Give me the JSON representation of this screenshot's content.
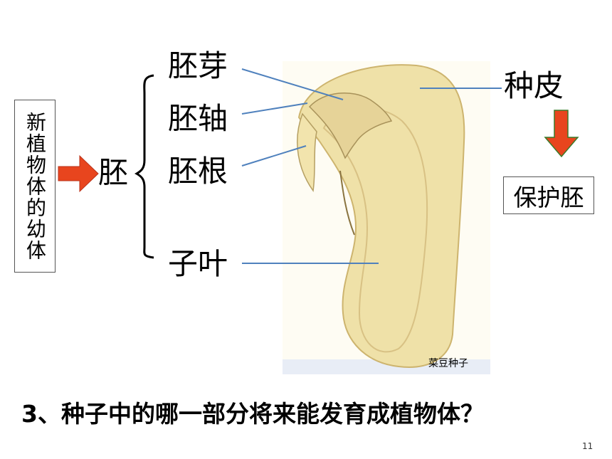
{
  "left_box": {
    "text": "新植物体的幼体"
  },
  "embryo_label": "胚",
  "parts": {
    "plumule": "胚芽",
    "hypocotyl": "胚轴",
    "radicle": "胚根",
    "cotyledon": "子叶"
  },
  "seed_coat": "种皮",
  "function_box": "保护胚",
  "image_caption": "菜豆种子",
  "question": "3、种子中的哪一部分将来能发育成植物体？",
  "page_number": "11",
  "colors": {
    "arrow": "#e8451e",
    "leader_line": "#4f81bd",
    "seed": "#efe1a8",
    "seed_edge": "#cdb46e"
  }
}
